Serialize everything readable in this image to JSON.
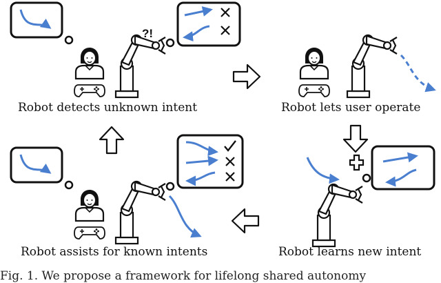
{
  "panels": {
    "top_left": {
      "caption": "Robot detects unknown intent",
      "robot_exclamation": "?!"
    },
    "top_right": {
      "caption": "Robot lets user operate"
    },
    "bottom_right": {
      "caption": "Robot learns new intent"
    },
    "bottom_left": {
      "caption": "Robot assists for known intents"
    }
  },
  "figure_caption": "Fig. 1. We propose a framework for lifelong shared autonomy",
  "colors": {
    "trajectory": "#4a7fd0",
    "outline": "#111111"
  },
  "icons": [
    "thought-bubble-icon",
    "user-icon",
    "gamepad-icon",
    "robot-arm-icon",
    "check-icon",
    "cross-icon",
    "plus-icon",
    "arrow-icon"
  ]
}
